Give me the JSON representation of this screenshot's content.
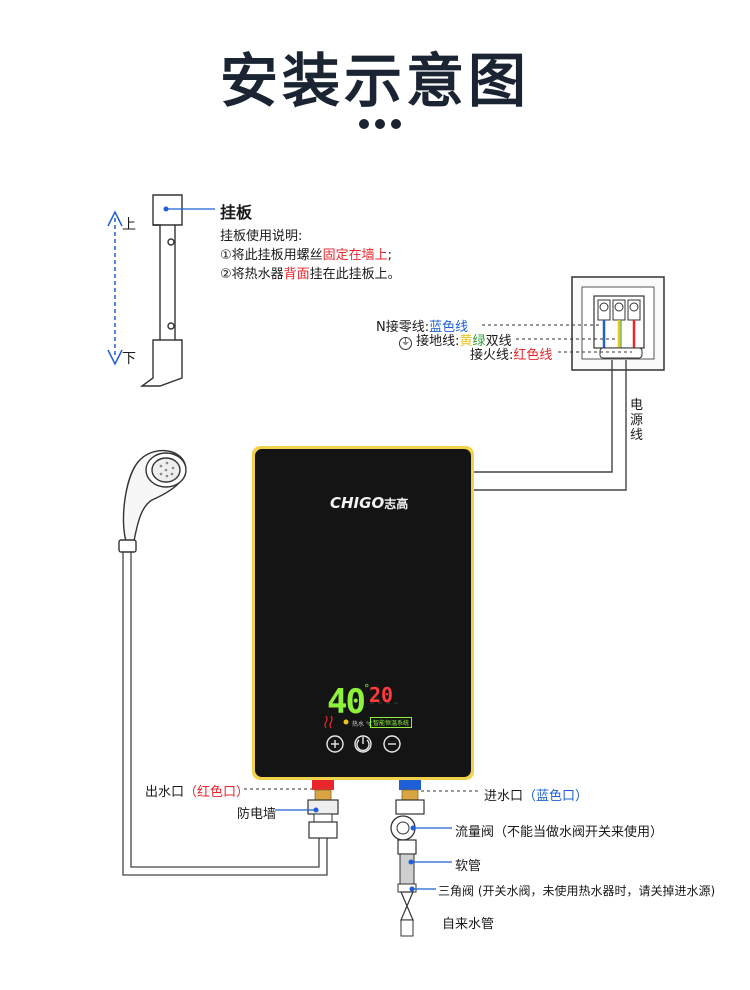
{
  "title": "安装示意图",
  "colors": {
    "title": "#1b2433",
    "red": "#e8262b",
    "blue": "#1e5fd8",
    "yellow": "#e8c51e",
    "green": "#2e9e3a",
    "display_green": "#8ef23a",
    "display_red": "#ff3b3b",
    "heater_body": "#141414",
    "heater_frame": "#f2d24a"
  },
  "bracket": {
    "label": "挂板",
    "instructions_title": "挂板使用说明:",
    "step1_prefix": "①将此挂板用螺丝",
    "step1_highlight": "固定在墙上",
    "step1_suffix": ";",
    "step2_prefix": "②将热水器",
    "step2_highlight": "背面",
    "step2_suffix": "挂在此挂板上。",
    "top_label": "上",
    "bottom_label": "下"
  },
  "wiring": {
    "neutral_prefix": "N接零线:",
    "neutral_color": "蓝色线",
    "ground_icon": "ground-symbol",
    "ground_prefix": "接地线:",
    "ground_color_yellow": "黄",
    "ground_color_green": "绿",
    "ground_suffix": "双线",
    "live_prefix": "接火线:",
    "live_color": "红色线",
    "power_cord": "电源线"
  },
  "heater": {
    "brand": "CHIGO",
    "brand_cn": "志高",
    "temp_main": "40",
    "temp_unit": "°",
    "temp_secondary": "20",
    "tiny_label": "热水 ℃",
    "mode_tag": "智能恒温系统",
    "buttons": [
      "plus-icon",
      "power-icon",
      "minus-icon"
    ]
  },
  "pipes": {
    "outlet_prefix": "出水口",
    "outlet_color": "（红色口）",
    "anti_shock": "防电墙",
    "inlet_prefix": "进水口",
    "inlet_color": "（蓝色口）",
    "flow_valve": "流量阀（不能当做水阀开关来使用）",
    "hose": "软管",
    "angle_valve": "三角阀 (开关水阀，未使用热水器时，请关掉进水源)",
    "tap_water": "自来水管"
  }
}
